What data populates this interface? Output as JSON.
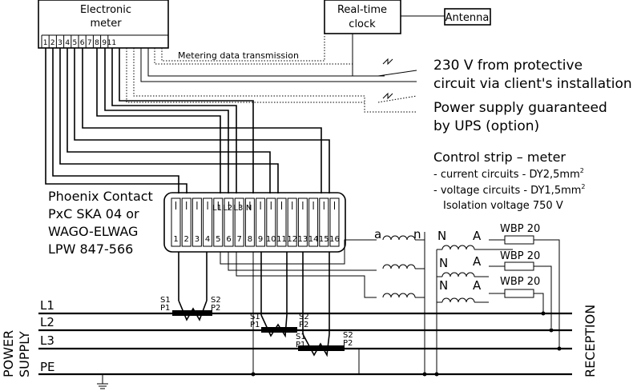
{
  "meter": {
    "line1": "Electronic",
    "line2": "meter",
    "terminals": [
      "1",
      "2",
      "3",
      "4",
      "5",
      "6",
      "7",
      "8",
      "9",
      "11"
    ]
  },
  "clock": {
    "line1": "Real-time",
    "line2": "clock"
  },
  "antenna": "Antenna",
  "metering_tx": "Metering data transmission",
  "protective": {
    "line1": "230 V from protective",
    "line2": "circuit via client's installation"
  },
  "ups": {
    "line1": "Power supply guaranteed",
    "line2": "by UPS (option)"
  },
  "control_strip": {
    "title": "Control strip – meter",
    "current": "- current circuits - DY2,5mm",
    "voltage": "- voltage circuits - DY1,5mm",
    "sup": "2",
    "isolation": "Isolation voltage 750 V"
  },
  "phoenix": {
    "line1": "Phoenix Contact",
    "line2": "PxC SKA 04 or",
    "line3": "WAGO-ELWAG",
    "line4": "LPW 847-566"
  },
  "strip_terminals": [
    "1",
    "2",
    "3",
    "4",
    "5",
    "6",
    "7",
    "8",
    "9",
    "10",
    "11",
    "12",
    "13",
    "14",
    "15",
    "16"
  ],
  "strip_top_labels": [
    "L1",
    "L2",
    "L3",
    "N"
  ],
  "vt_labels": {
    "a": "a",
    "n": "n",
    "N": "N",
    "A": "A"
  },
  "fuse_label": "WBP 20",
  "ct_labels": {
    "s1": "S1",
    "p1": "P1",
    "s2": "S2",
    "p2": "P2"
  },
  "buses": [
    "L1",
    "L2",
    "L3",
    "PE"
  ],
  "power_supply": {
    "line1": "POWER",
    "line2": "SUPPLY"
  },
  "reception": "RECEPTION"
}
